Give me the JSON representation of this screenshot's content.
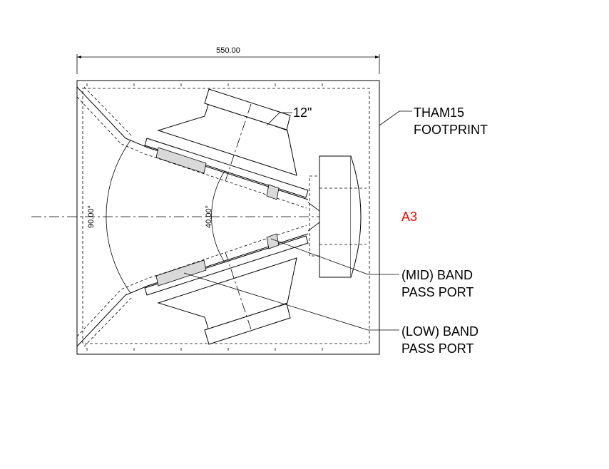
{
  "dimension": {
    "width_label": "550.00"
  },
  "angles": {
    "outer": "90.00°",
    "inner": "40.00°"
  },
  "labels": {
    "driver": "12\"",
    "footprint_line1": "THAM15",
    "footprint_line2": "FOOTPRINT",
    "ref": "A3",
    "mid_port_line1": "(MID) BAND",
    "mid_port_line2": "PASS PORT",
    "low_port_line1": "(LOW) BAND",
    "low_port_line2": "PASS PORT"
  },
  "colors": {
    "line": "#000000",
    "ref": "#ff0000",
    "port_fill": "#d9d9d9"
  }
}
